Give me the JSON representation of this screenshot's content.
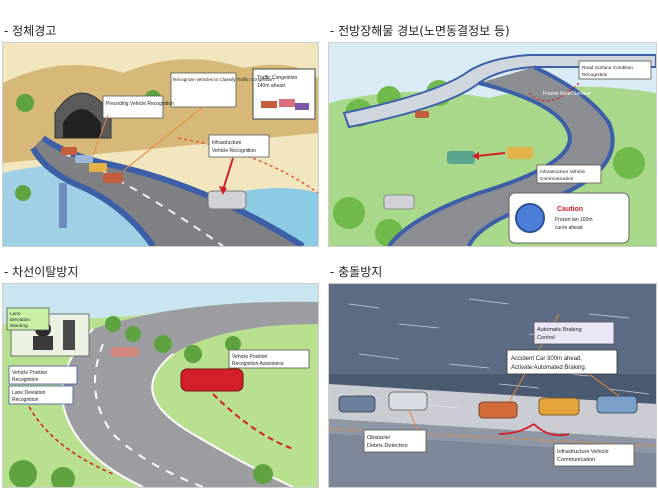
{
  "panels": [
    {
      "title": "- 정체경고",
      "labels": {
        "preceding": "Preceding Vehicle Recognition",
        "recognize": "Recognize Vehicles to Classify Traffic Congestion",
        "traffic_1": "Traffic Congestion",
        "traffic_2": "140m ahead",
        "infra_1": "Infrastructure",
        "infra_2": "Vehicle Recognition"
      }
    },
    {
      "title": "- 전방장해물 경보(노면동결정보 등)",
      "labels": {
        "rsc_1": "Road Surface Condition",
        "rsc_2": "Recognition",
        "frozen": "Frozen Road Surface",
        "ivc_1": "Infrastructure Vehicle",
        "ivc_2": "Communication",
        "caution": "Caution",
        "caution_1": "Frozen lan 100m",
        "caution_2": "curve ahead"
      }
    },
    {
      "title": "- 차선이탈방지",
      "labels": {
        "ldw_1": "Lane",
        "ldw_2": "Deviation",
        "ldw_3": "Warning",
        "vpr_1": "Vehicle Position",
        "vpr_2": "Recognition",
        "ldr_1": "Lane Deviation",
        "ldr_2": "Recognition",
        "vpa_1": "Vehicle Position",
        "vpa_2": "Recognition Assistance"
      }
    },
    {
      "title": "- 충돌방지",
      "labels": {
        "abc_1": "Automatic Braking",
        "abc_2": "Control",
        "acc_1": "Accident Car 300m ahead.",
        "acc_2": "Activate Automated Braking.",
        "obs_1": "Obstacle/",
        "obs_2": "Debris Detection",
        "ivc_1": "Infrastructure Vehicle",
        "ivc_2": "Communication"
      }
    }
  ]
}
